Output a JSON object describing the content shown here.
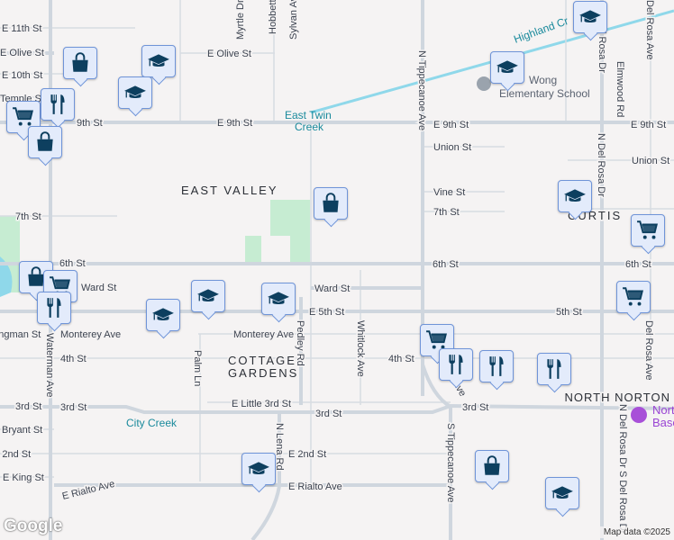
{
  "streets": {
    "e_11th": "E 11th St",
    "e_olive_w": "E Olive St",
    "e_10th": "E 10th St",
    "temple": "Temple St",
    "e_olive": "E Olive St",
    "myrtle": "Myrtle Dr N",
    "hobbett": "Hobbett Dr",
    "sylvan": "Sylvan Ave",
    "e_9th_w": "E 9th St",
    "e_9th_mid": "E 9th St",
    "e_9th_e": "E 9th St",
    "e_9th_left": "9th St",
    "n_tippecanoe": "N Tippecanoe Ave",
    "union": "Union St",
    "union_e": "Union St",
    "vine": "Vine St",
    "seventh": "7th St",
    "seventh_w": "7th St",
    "sixth_w": "6th St",
    "sixth": "6th St",
    "sixth_e": "6th St",
    "n_del_rosa_top": "N Del Rosa Dr",
    "n_del_rosa": "N Del Rosa Dr",
    "elmwood": "Elmwood Rd",
    "del_rosa_ave_top": "Del Rosa Ave",
    "del_rosa_ave": "Del Rosa Ave",
    "ward": "Ward St",
    "ward_w": "Ward St",
    "e_5th": "E 5th St",
    "fifth_e": "5th St",
    "monterey_w": "Monterey Ave",
    "monterey": "Monterey Ave",
    "longman": "Longman St",
    "fourth_w": "4th St",
    "fourth": "4th St",
    "palm": "Palm Ln",
    "pedley": "Pedley Rd",
    "whitlock": "Whitlock Ave",
    "waterman": "Waterman Ave",
    "tippecanoe_diag": "N Tippecanoe Ave",
    "third_w": "3rd St",
    "third_w2": "3rd St",
    "third_mid": "3rd St",
    "third_e": "3rd St",
    "little_third": "E Little 3rd St",
    "bryant": "Bryant St",
    "e_2nd_w": "E 2nd St",
    "e_2nd": "E 2nd St",
    "e_king": "E King St",
    "rialto_w": "E Rialto Ave",
    "rialto": "E Rialto Ave",
    "n_lena": "N Lena Rd",
    "s_tippecanoe": "S Tippecanoe Ave",
    "s_del_rosa": "N Del Rosa Dr S Del Rosa Dr"
  },
  "areas": {
    "east_valley": "EAST VALLEY",
    "curtis": "CURTIS",
    "cottage_1": "COTTAGE",
    "cottage_2": "GARDENS",
    "north_norton": "NORTH NORTON"
  },
  "water": {
    "east_twin_1": "East Twin",
    "east_twin_2": "Creek",
    "highland": "Highland Cr",
    "city_creek": "City Creek"
  },
  "pois": {
    "wong_1": "Wong",
    "wong_2": "Elementary School",
    "norton_1": "Norton",
    "norton_2": "Base"
  },
  "markers": [
    {
      "type": "shopping"
    },
    {
      "type": "school"
    },
    {
      "type": "school"
    },
    {
      "type": "grocery"
    },
    {
      "type": "restaurant"
    },
    {
      "type": "shopping"
    },
    {
      "type": "shopping"
    },
    {
      "type": "school"
    },
    {
      "type": "school"
    },
    {
      "type": "school"
    },
    {
      "type": "grocery"
    },
    {
      "type": "shopping"
    },
    {
      "type": "grocery"
    },
    {
      "type": "restaurant"
    },
    {
      "type": "school"
    },
    {
      "type": "school"
    },
    {
      "type": "school"
    },
    {
      "type": "school"
    },
    {
      "type": "grocery"
    },
    {
      "type": "grocery"
    },
    {
      "type": "restaurant"
    },
    {
      "type": "restaurant"
    },
    {
      "type": "restaurant"
    },
    {
      "type": "shopping"
    },
    {
      "type": "school"
    }
  ],
  "colors": {
    "marker_fill": "#e3ebfb",
    "marker_border": "#6f94d8",
    "icon": "#0d3f5f",
    "water": "#8fd8ea",
    "park": "#c6ecd2"
  },
  "google_logo": "Google",
  "attribution": "Map data ©2025"
}
